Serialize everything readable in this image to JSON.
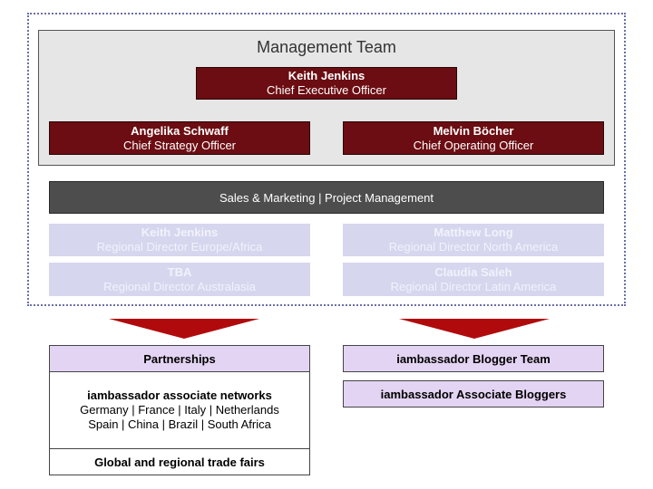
{
  "management": {
    "title": "Management Team",
    "ceo": {
      "name": "Keith Jenkins",
      "role": "Chief Executive Officer"
    },
    "cso": {
      "name": "Angelika Schwaff",
      "role": "Chief Strategy Officer"
    },
    "coo": {
      "name": "Melvin Böcher",
      "role": "Chief Operating Officer"
    }
  },
  "sales_bar": "Sales & Marketing | Project Management",
  "regional": [
    {
      "name": "Keith Jenkins",
      "role": "Regional Director Europe/Africa"
    },
    {
      "name": "Matthew Long",
      "role": "Regional Director North America"
    },
    {
      "name": "TBA",
      "role": "Regional Director Australasia"
    },
    {
      "name": "Claudia Saleh",
      "role": "Regional Director Latin America"
    }
  ],
  "left_branch": {
    "header": "Partnerships",
    "networks_title": "iambassador associate networks",
    "networks_line1": "Germany | France | Italy | Netherlands",
    "networks_line2": "Spain | China | Brazil | South Africa",
    "fairs": "Global and regional trade fairs"
  },
  "right_branch": {
    "blogger_team": "iambassador Blogger Team",
    "associate_bloggers": "iambassador Associate Bloggers"
  },
  "colors": {
    "executive_fill": "#6b0d12",
    "arrow_fill": "#b10a0d",
    "regional_fill": "#d6d6ef",
    "branch_fill": "#e4d4f3",
    "sales_fill": "#4d4d4d"
  }
}
